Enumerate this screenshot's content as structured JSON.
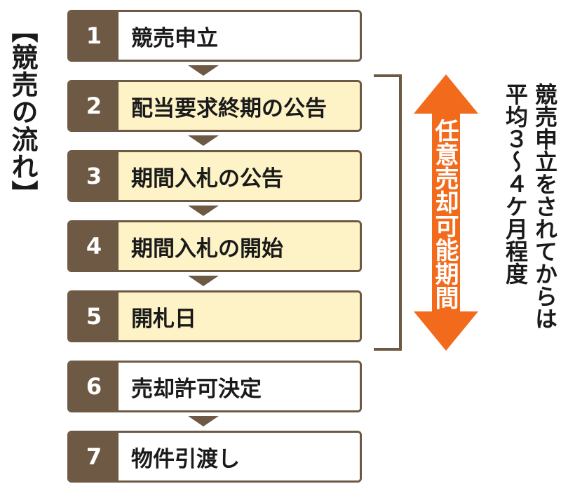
{
  "title": "【競売の流れ】",
  "steps": [
    {
      "num": "1",
      "label": "競売申立"
    },
    {
      "num": "2",
      "label": "配当要求終期の公告"
    },
    {
      "num": "3",
      "label": "期間入札の公告"
    },
    {
      "num": "4",
      "label": "期間入札の開始"
    },
    {
      "num": "5",
      "label": "開札日"
    },
    {
      "num": "6",
      "label": "売却許可決定"
    },
    {
      "num": "7",
      "label": "物件引渡し"
    }
  ],
  "period_label": "任意売却可能期間",
  "note_lines": [
    "競売申立をされてからは",
    "平均３〜４ケ月程度"
  ],
  "colors": {
    "brown": "#6e5a44",
    "highlight": "#fdf3c6",
    "orange": "#f26b1d"
  }
}
